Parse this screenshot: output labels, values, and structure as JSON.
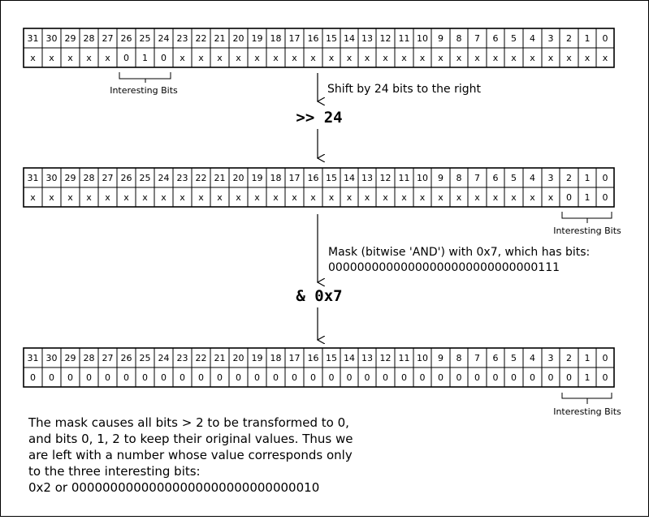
{
  "rows": [
    {
      "values": [
        "x",
        "x",
        "x",
        "x",
        "x",
        "0",
        "1",
        "0",
        "x",
        "x",
        "x",
        "x",
        "x",
        "x",
        "x",
        "x",
        "x",
        "x",
        "x",
        "x",
        "x",
        "x",
        "x",
        "x",
        "x",
        "x",
        "x",
        "x",
        "x",
        "x",
        "x",
        "x"
      ]
    },
    {
      "values": [
        "x",
        "x",
        "x",
        "x",
        "x",
        "x",
        "x",
        "x",
        "x",
        "x",
        "x",
        "x",
        "x",
        "x",
        "x",
        "x",
        "x",
        "x",
        "x",
        "x",
        "x",
        "x",
        "x",
        "x",
        "x",
        "x",
        "x",
        "x",
        "x",
        "0",
        "1",
        "0"
      ]
    },
    {
      "values": [
        "0",
        "0",
        "0",
        "0",
        "0",
        "0",
        "0",
        "0",
        "0",
        "0",
        "0",
        "0",
        "0",
        "0",
        "0",
        "0",
        "0",
        "0",
        "0",
        "0",
        "0",
        "0",
        "0",
        "0",
        "0",
        "0",
        "0",
        "0",
        "0",
        "0",
        "1",
        "0"
      ]
    }
  ],
  "bit_numbers": [
    "31",
    "30",
    "29",
    "28",
    "27",
    "26",
    "25",
    "24",
    "23",
    "22",
    "21",
    "20",
    "19",
    "18",
    "17",
    "16",
    "15",
    "14",
    "13",
    "12",
    "11",
    "10",
    "9",
    "8",
    "7",
    "6",
    "5",
    "4",
    "3",
    "2",
    "1",
    "0"
  ],
  "labels": {
    "interesting_top": "Interesting Bits",
    "interesting_mid": "Interesting Bits",
    "interesting_bot": "Interesting Bits"
  },
  "step1": {
    "note": "Shift by 24 bits to the right",
    "operator": ">> 24"
  },
  "step2": {
    "note_line1": "Mask (bitwise 'AND') with 0x7, which has bits:",
    "note_line2": "00000000000000000000000000000111",
    "operator": "& 0x7"
  },
  "conclusion": [
    "The mask causes all bits > 2 to be transformed to 0,",
    "and bits 0, 1, 2 to keep their original values. Thus we",
    "are left with a number whose value corresponds only",
    "to the three interesting bits:",
    "0x2 or 00000000000000000000000000000010"
  ]
}
